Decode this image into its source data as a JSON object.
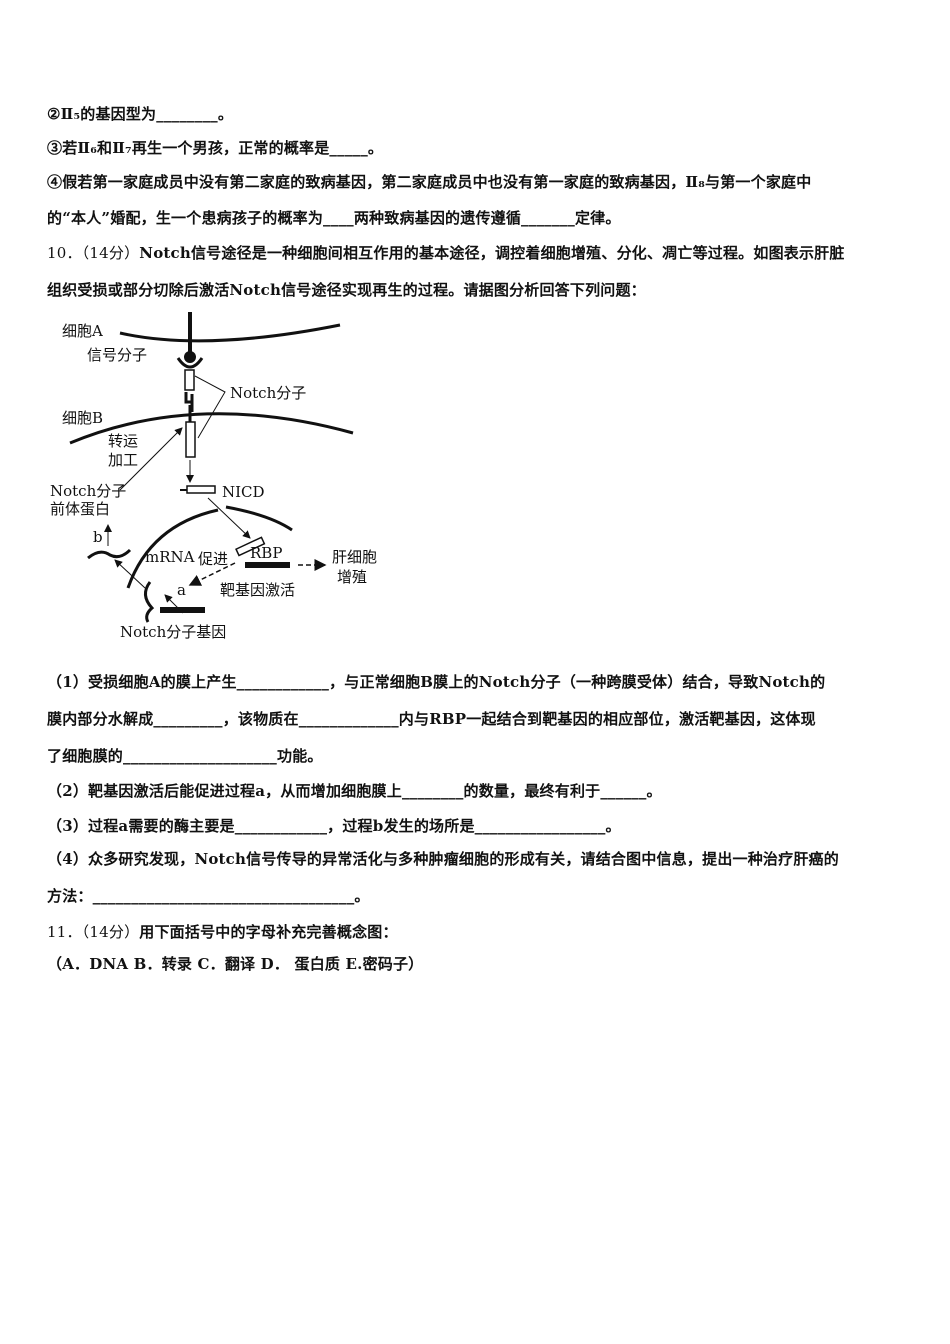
{
  "lines": {
    "q9_2": "②Ⅱ₅的基因型为________。",
    "q9_3": "③若Ⅱ₆和Ⅱ₇再生一个男孩，正常的概率是_____。",
    "q9_4a": "④假若第一家庭成员中没有第二家庭的致病基因，第二家庭成员中也没有第一家庭的致病基因，Ⅱ₈与第一个家庭中",
    "q9_4b": "的“本人”婚配，生一个患病孩子的概率为____两种致病基因的遗传遵循_______定律。",
    "q10_num": "10．（14分）",
    "q10_a": "Notch信号途径是一种细胞间相互作用的基本途径，调控着细胞增殖、分化、凋亡等过程。如图表示肝脏",
    "q10_b": "组织受损或部分切除后激活Notch信号途径实现再生的过程。请据图分析回答下列问题：",
    "q10_1a": "（1）受损细胞A的膜上产生____________，与正常细胞B膜上的Notch分子（一种跨膜受体）结合，导致Notch的",
    "q10_1b": "膜内部分水解成_________，该物质在_____________内与RBP一起结合到靶基因的相应部位，激活靶基因，这体现",
    "q10_1c": "了细胞膜的____________________功能。",
    "q10_2": "（2）靶基因激活后能促进过程a，从而增加细胞膜上________的数量，最终有利于______。",
    "q10_3": "（3）过程a需要的酶主要是____________，过程b发生的场所是_________________。",
    "q10_4a": "（4）众多研究发现，Notch信号传导的异常活化与多种肿瘤细胞的形成有关，请结合图中信息，提出一种治疗肝癌的",
    "q10_4b": "方法：__________________________________。",
    "q11_num": "11．（14分）",
    "q11_a": "用下面括号中的字母补充完善概念图：",
    "q11_b": "（A．DNA  B．转录  C．翻译   D．  蛋白质  E.密码子）"
  },
  "figure": {
    "cell_a": "细胞A",
    "signal_molecule": "信号分子",
    "notch_molecule": "Notch分子",
    "cell_b": "细胞B",
    "transport": "转运",
    "processing": "加工",
    "precursor_1": "Notch分子",
    "precursor_2": "前体蛋白",
    "nicd": "NICD",
    "b": "b",
    "mrna": "mRNA",
    "promote": "促进",
    "rbp": "RBP",
    "liver_1": "肝细胞",
    "liver_2": "增殖",
    "a": "a",
    "target_gene": "靶基因激活",
    "notch_gene": "Notch分子基因"
  }
}
